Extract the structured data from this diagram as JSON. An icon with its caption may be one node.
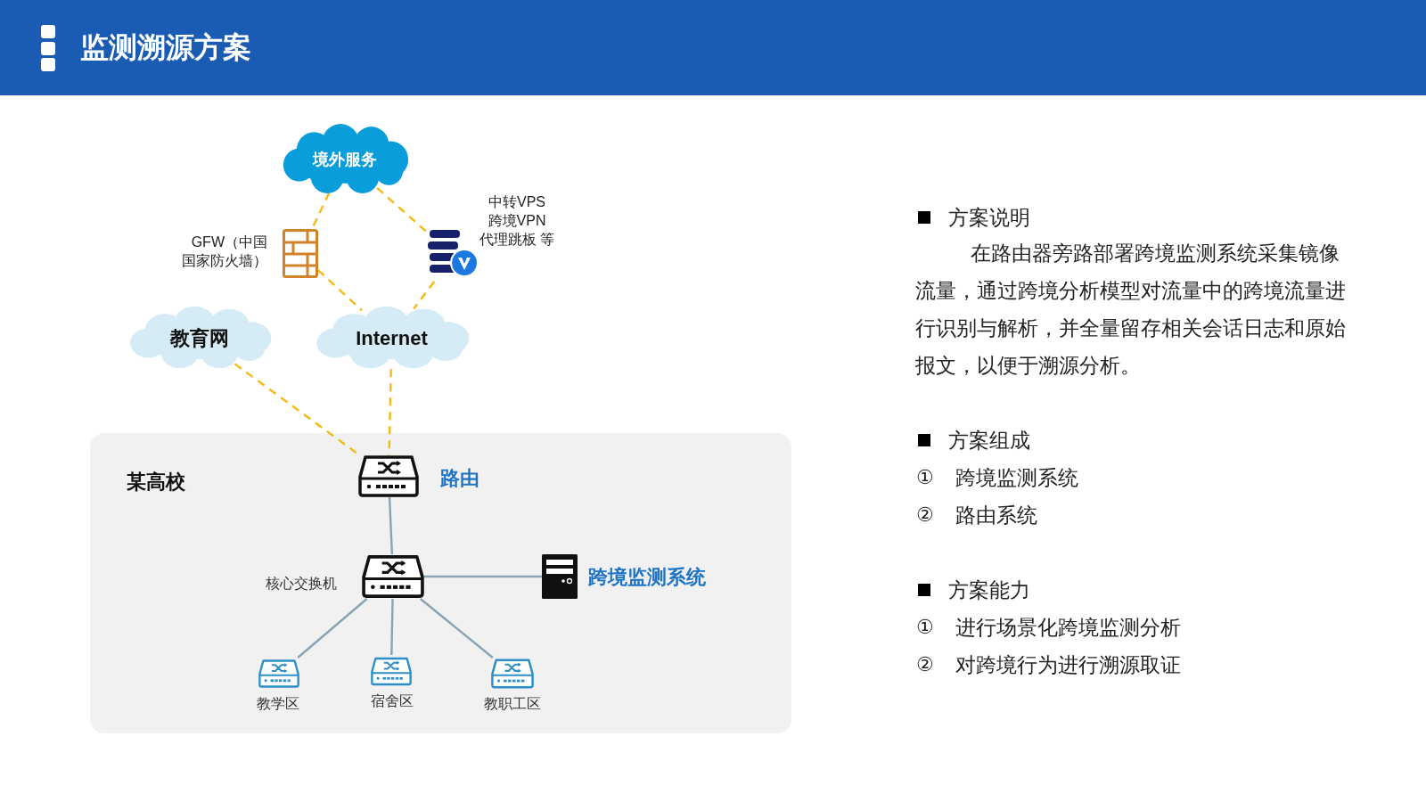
{
  "diagram": {
    "title": "监测溯源方案",
    "nodes": [
      {
        "text": [
          "境外服务"
        ]
      },
      {
        "text": [
          "GFW（中国国家防火墙）"
        ]
      },
      {
        "text": [
          "中转VPS 跨境VPN 代理跳板 等"
        ]
      },
      {
        "text": [
          "教育网"
        ]
      },
      {
        "text": [
          "Internet"
        ]
      },
      {
        "text": [
          "某高校"
        ]
      },
      {
        "text": [
          "路由"
        ],
        "in": 5
      },
      {
        "text": [
          "核心交换机"
        ],
        "in": 5
      },
      {
        "text": [
          "跨境监测系统"
        ],
        "in": 5
      },
      {
        "text": [
          "教学区"
        ],
        "in": 5
      },
      {
        "text": [
          "宿舍区"
        ],
        "in": 5
      },
      {
        "text": [
          "教职工区"
        ],
        "in": 5
      }
    ],
    "edges": [
      {
        "from": 0,
        "to": 1,
        "arrow": "none",
        "style": "dashed",
        "color": "#f5b914"
      },
      {
        "from": 0,
        "to": 2,
        "arrow": "none",
        "style": "dashed",
        "color": "#f5b914"
      },
      {
        "from": 1,
        "to": 4,
        "arrow": "none",
        "style": "dashed",
        "color": "#f5b914"
      },
      {
        "from": 2,
        "to": 4,
        "arrow": "none",
        "style": "dashed",
        "color": "#f5b914"
      },
      {
        "from": 3,
        "to": 6,
        "arrow": "none",
        "style": "dashed",
        "color": "#f5b914"
      },
      {
        "from": 4,
        "to": 6,
        "arrow": "none",
        "style": "dashed",
        "color": "#f5b914"
      },
      {
        "from": 6,
        "to": 7,
        "arrow": "none",
        "color": "#8aa3b3"
      },
      {
        "from": 7,
        "to": 8,
        "arrow": "none",
        "color": "#8aa3b3"
      },
      {
        "from": 7,
        "to": 9,
        "arrow": "none",
        "color": "#8aa3b3"
      },
      {
        "from": 7,
        "to": 10,
        "arrow": "none",
        "color": "#8aa3b3"
      },
      {
        "from": 7,
        "to": 11,
        "arrow": "none",
        "color": "#8aa3b3"
      }
    ],
    "labels": [
      "方案说明",
      "在路由器旁路部署跨境监测系统采集镜像流量，通过跨境分析模型对流量中的跨境流量进行识别与解析，并全量留存相关会话日志和原始报文，以便于溯源分析。",
      "方案组成",
      "①",
      "跨境监测系统",
      "②",
      "路由系统",
      "方案能力",
      "①",
      "进行场景化跨境监测分析",
      "②",
      "对跨境行为进行溯源取证"
    ]
  }
}
